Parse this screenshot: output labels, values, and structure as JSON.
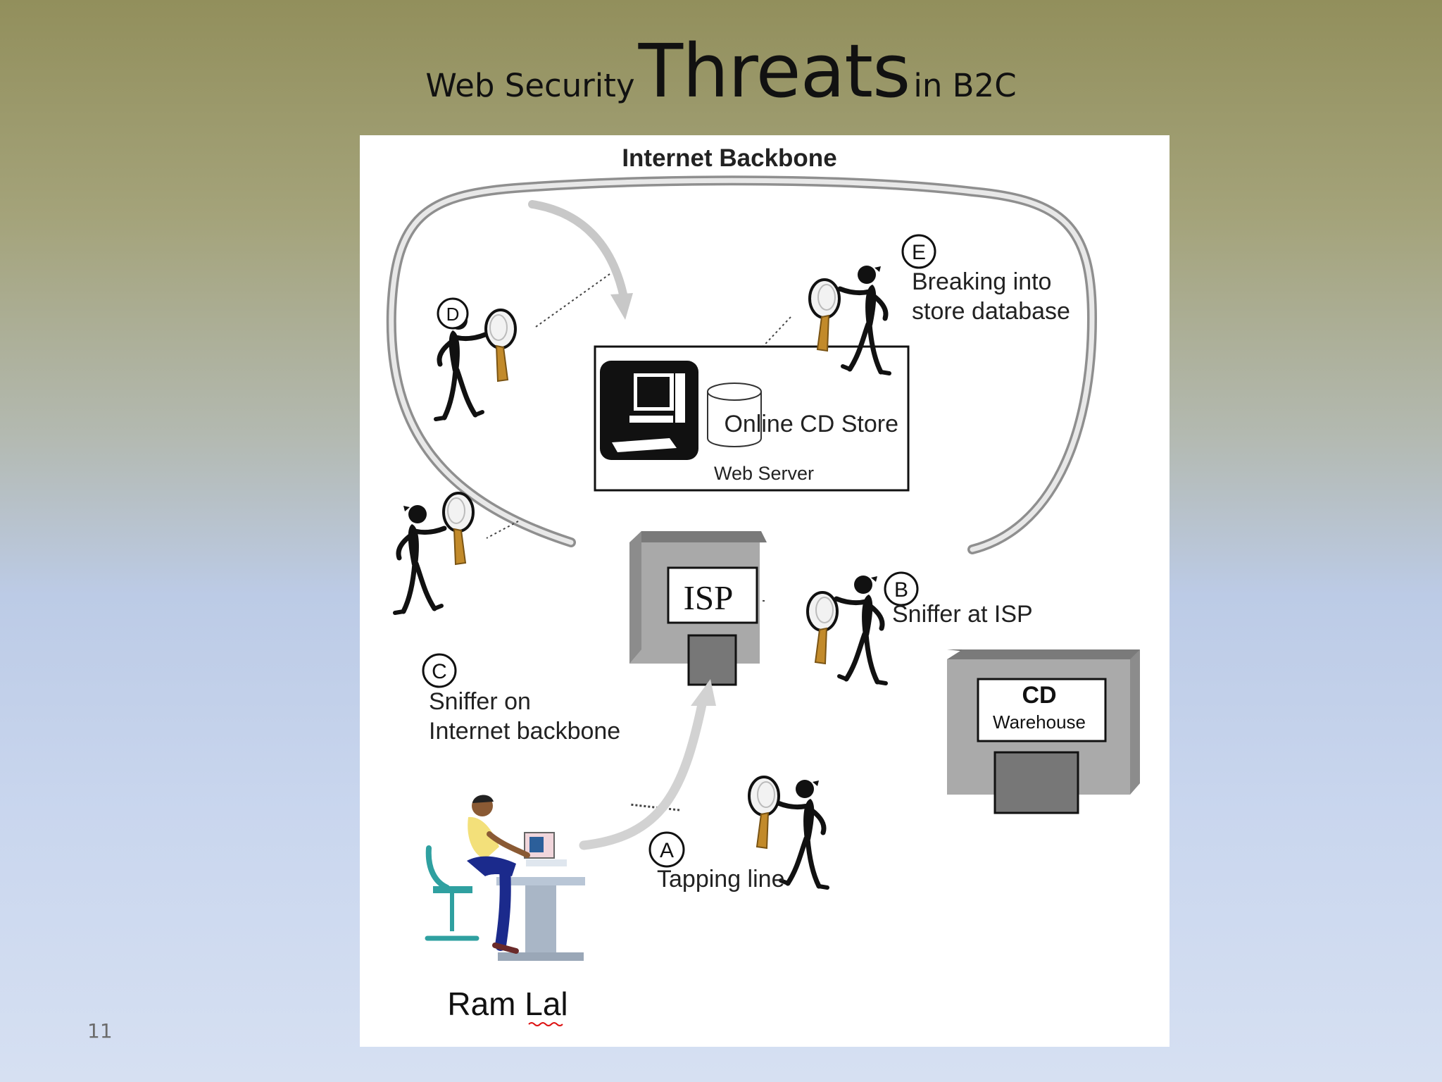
{
  "slide": {
    "title_prefix": "Web Security",
    "title_main": "Threats",
    "title_suffix": "in B2C",
    "number": "11"
  },
  "diagram": {
    "backbone_label": "Internet Backbone",
    "store_label": "Online CD  Store",
    "web_server_label": "Web Server",
    "isp_label": "ISP",
    "warehouse_title": "CD",
    "warehouse_sub": "Warehouse",
    "user_label": "Ram Lal",
    "threats": [
      {
        "letter": "A",
        "lines": [
          "Tapping line"
        ]
      },
      {
        "letter": "B",
        "lines": [
          "Sniffer at ISP"
        ]
      },
      {
        "letter": "C",
        "lines": [
          "Sniffer on",
          "Internet backbone"
        ]
      },
      {
        "letter": "D",
        "lines": []
      },
      {
        "letter": "E",
        "lines": [
          "Breaking into",
          "store database"
        ]
      }
    ]
  },
  "colors": {
    "magnifier_handle": "#c28a2a",
    "figure": "#111111",
    "building": "#9a9a9a"
  }
}
